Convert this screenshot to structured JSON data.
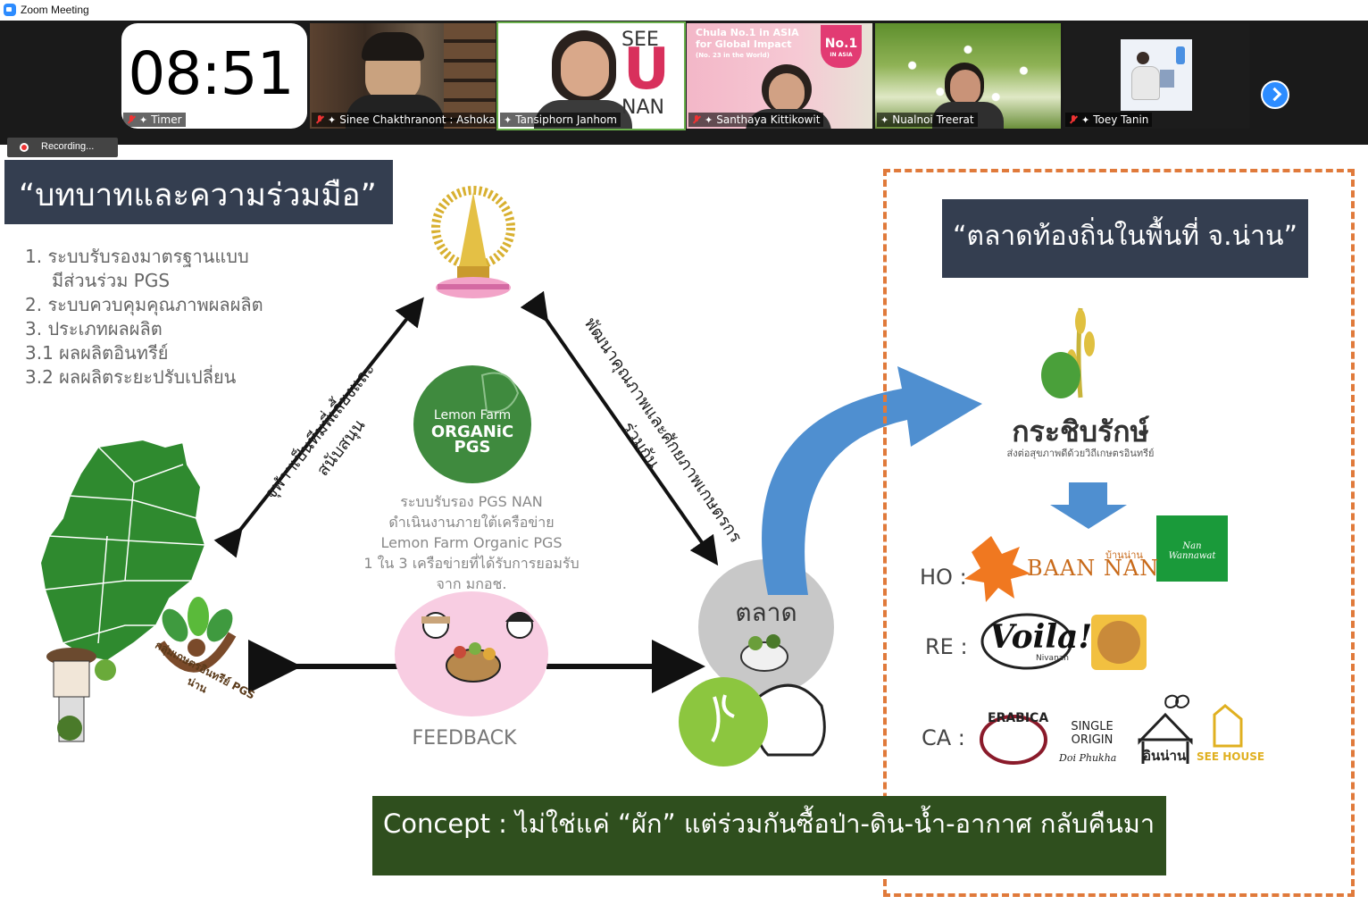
{
  "window": {
    "title": "Zoom Meeting"
  },
  "timer": {
    "time": "08:51"
  },
  "participants": [
    {
      "name": "Timer",
      "muted": true
    },
    {
      "name": "Sinee Chakthranont : Ashoka",
      "muted": true
    },
    {
      "name": "Tansiphorn Janhom",
      "muted": false
    },
    {
      "name": "Santhaya Kittikowit",
      "muted": true
    },
    {
      "name": "Nualnoi Treerat",
      "muted": false
    },
    {
      "name": "Toey Tanin",
      "muted": true
    }
  ],
  "tile_texts": {
    "see": "SEE",
    "u": "U",
    "nan": "NAN",
    "chula_line1": "Chula No.1 in ASIA",
    "chula_line2": "for Global Impact",
    "chula_line3": "(No. 23 in the World)",
    "chula_badge": "No.1",
    "chula_badge_sub": "IN ASIA"
  },
  "recording": {
    "label": "Recording..."
  },
  "slide": {
    "title": "“บทบาทและความร่วมมือ”",
    "list": [
      "1. ระบบรับรองมาตรฐานแบบ",
      "    มีส่วนร่วม PGS",
      "2.  ระบบควบคุมคุณภาพผลผลิต",
      "3.  ประเภทผลผลิต",
      "3.1  ผลผลิตอินทรีย์",
      "3.2  ผลผลิตระยะปรับเปลี่ยน"
    ],
    "left_arrow_text": "จุฬาฯเป็นทีมพี่เลี้ยงและสนับสนุน",
    "right_arrow_text": "พัฒนาคุณภาพและศักยภาพเกษตรกรร่วมกัน",
    "center_logo": {
      "line1": "Lemon Farm",
      "line2": "ORGANiC",
      "line3": "PGS"
    },
    "center_text": [
      "ระบบรับรอง PGS NAN",
      "ดำเนินงานภายใต้เครือข่าย",
      "Lemon Farm Organic PGS",
      "1 ใน 3 เครือข่ายที่ได้รับการยอมรับ",
      "จาก มกอช."
    ],
    "feedback": "FEEDBACK",
    "market_circle": "ตลาด",
    "group_label": "กลุ่มเกษตรอินทรีย์ PGS น่าน",
    "market_title": "“ตลาดท้องถิ่นในพื้นที่ จ.น่าน”",
    "krachib": {
      "name": "กระชิบรักษ์",
      "tagline": "ส่งต่อสุขภาพดีด้วยวิถีเกษตรอินทรีย์"
    },
    "rows": [
      {
        "label": "HO :",
        "logos": [
          "บ้านน่าน",
          "BAAN NAN",
          "Nan Wannawat"
        ]
      },
      {
        "label": "RE :",
        "logos": [
          "Voila!",
          "Nivanan"
        ]
      },
      {
        "label": "CA :",
        "logos": [
          "ERABICA",
          "SINGLE ORIGIN",
          "Doi Phukha",
          "อินน่าน",
          "SEE HOUSE"
        ]
      }
    ],
    "concept": "Concept : ไม่ใช่แค่ “ผัก” แต่ร่วมกันซื้อป่า-ดิน-น้ำ-อากาศ กลับคืนมา"
  },
  "colors": {
    "zoom_blue": "#2d8cff",
    "slide_navy": "#343e50",
    "concept_green": "#2f4f1e",
    "dash_orange": "#e07a3b"
  }
}
